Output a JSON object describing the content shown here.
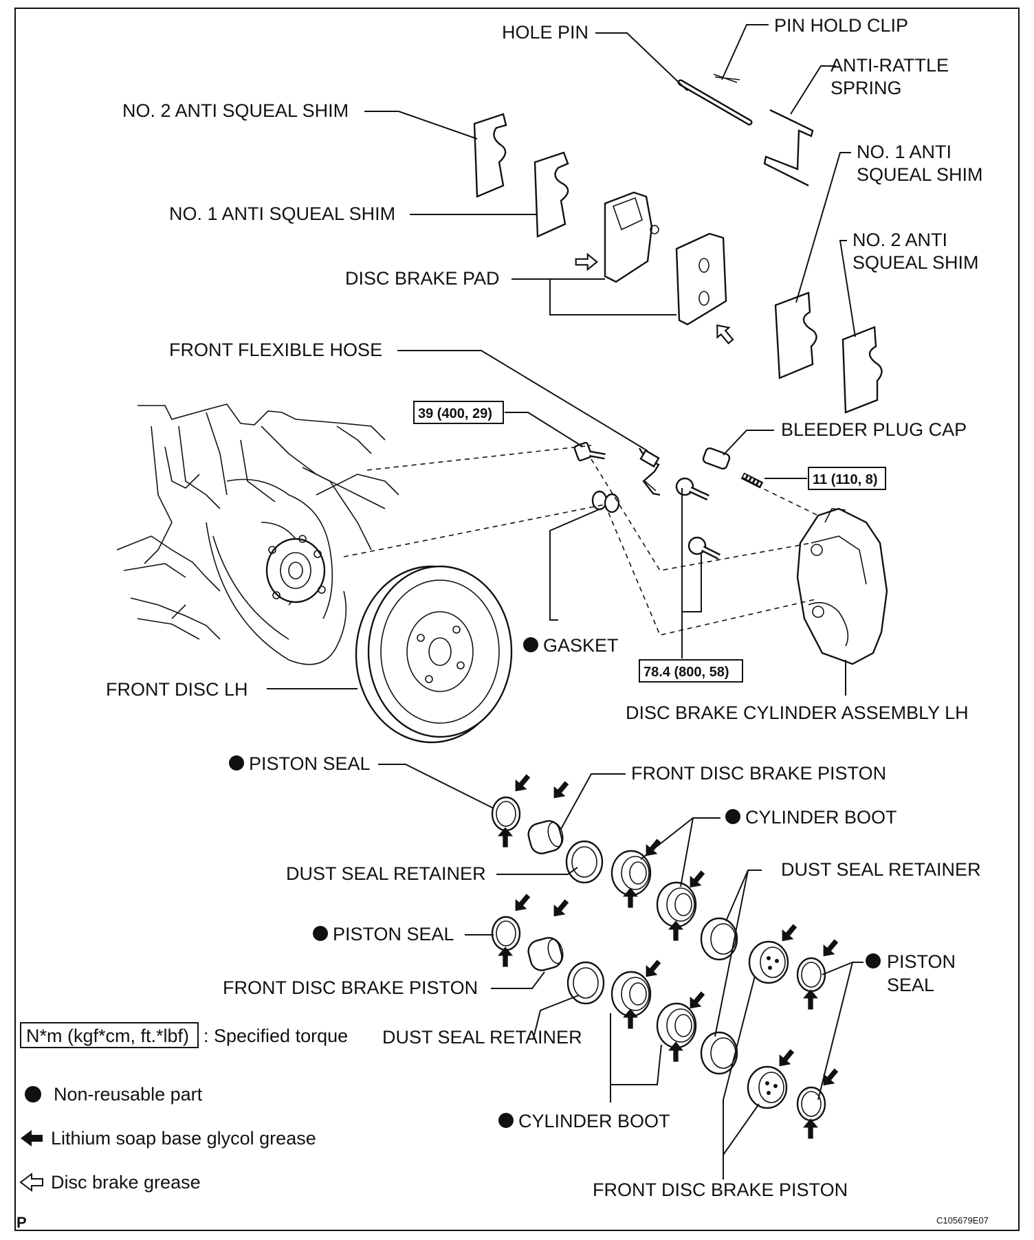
{
  "labels": {
    "hole_pin": "HOLE PIN",
    "pin_hold_clip": "PIN HOLD CLIP",
    "anti_rattle_l1": "ANTI-RATTLE",
    "anti_rattle_l2": "SPRING",
    "no2_shim_left": "NO. 2 ANTI SQUEAL SHIM",
    "no1_shim_left": "NO. 1 ANTI SQUEAL SHIM",
    "no1_shim_right_l1": "NO. 1 ANTI",
    "no1_shim_right_l2": "SQUEAL SHIM",
    "no2_shim_right_l1": "NO. 2 ANTI",
    "no2_shim_right_l2": "SQUEAL SHIM",
    "disc_brake_pad": "DISC BRAKE PAD",
    "front_flexible_hose": "FRONT FLEXIBLE HOSE",
    "bleeder_plug_cap": "BLEEDER PLUG CAP",
    "gasket": "GASKET",
    "front_disc_lh": "FRONT DISC LH",
    "cylinder_assembly": "DISC BRAKE CYLINDER ASSEMBLY LH",
    "piston_seal_1": "PISTON SEAL",
    "front_disc_brake_piston_1": "FRONT DISC BRAKE PISTON",
    "cylinder_boot_1": "CYLINDER BOOT",
    "dust_seal_retainer_1": "DUST SEAL RETAINER",
    "dust_seal_retainer_2": "DUST SEAL RETAINER",
    "piston_seal_2": "PISTON SEAL",
    "piston_seal_3_l1": "PISTON",
    "piston_seal_3_l2": "SEAL",
    "front_disc_brake_piston_2": "FRONT DISC BRAKE PISTON",
    "dust_seal_retainer_3": "DUST SEAL RETAINER",
    "cylinder_boot_2": "CYLINDER BOOT",
    "front_disc_brake_piston_3": "FRONT DISC BRAKE PISTON"
  },
  "torques": {
    "t1": "39 (400, 29)",
    "t2": "11 (110, 8)",
    "t3": "78.4 (800, 58)"
  },
  "legend": {
    "torque_box": "N*m (kgf*cm, ft.*lbf)",
    "torque_text": ": Specified torque",
    "non_reusable": "Non-reusable part",
    "lithium_grease": "Lithium soap base glycol grease",
    "disc_grease": "Disc brake grease"
  },
  "corner": {
    "letter": "P",
    "figure_code": "C105679E07"
  },
  "icons": {
    "non_reusable": "filled-circle-icon",
    "lithium_grease": "solid-arrow-icon",
    "disc_grease": "hollow-arrow-icon"
  }
}
